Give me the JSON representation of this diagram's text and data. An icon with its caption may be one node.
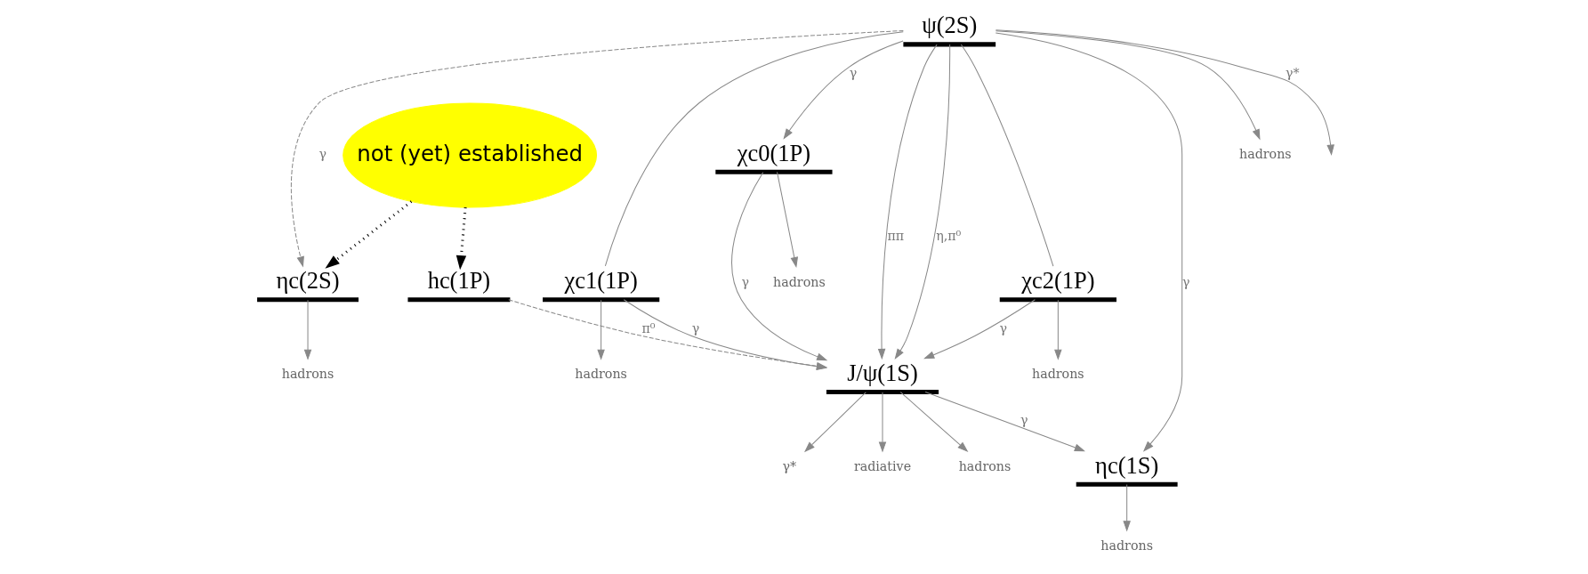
{
  "diagram": {
    "nodes": [
      {
        "text": [
          "ψ(2S)"
        ]
      },
      {
        "text": [
          "ηc(2S)"
        ]
      },
      {
        "text": [
          "χc0(1P)"
        ]
      },
      {
        "text": [
          "χc1(1P)"
        ]
      },
      {
        "text": [
          "hc(1P)"
        ]
      },
      {
        "text": [
          "χc2(1P)"
        ]
      },
      {
        "text": [
          "J/ψ(1S)"
        ]
      },
      {
        "text": [
          "ηc(1S)"
        ]
      },
      {
        "text": [
          "not (yet) established"
        ]
      },
      {
        "text": [
          "hadrons"
        ]
      },
      {
        "text": [
          "hadrons"
        ]
      },
      {
        "text": [
          "hadrons"
        ]
      },
      {
        "text": [
          "hadrons"
        ]
      },
      {
        "text": [
          "hadrons"
        ]
      },
      {
        "text": [
          "hadrons"
        ]
      },
      {
        "text": [
          "hadrons"
        ]
      },
      {
        "text": [
          "γ*"
        ]
      },
      {
        "text": [
          "radiative"
        ]
      }
    ],
    "edges": [
      {
        "from": 0,
        "to": 1,
        "arrow": "to",
        "label": "γ",
        "style": "dashed"
      },
      {
        "from": 0,
        "to": 7,
        "arrow": "to",
        "label": "γ"
      },
      {
        "from": 0,
        "to": 6,
        "arrow": "to",
        "label": "ππ"
      },
      {
        "from": 0,
        "to": 6,
        "arrow": "to",
        "label": "η,π⁰"
      },
      {
        "from": 0,
        "to": 10,
        "arrow": "to"
      },
      {
        "from": 0,
        "to": null,
        "arrow": "to",
        "label": "γ*"
      },
      {
        "from": 0,
        "to": 2,
        "arrow": "to",
        "label": "γ"
      },
      {
        "from": 0,
        "to": 3,
        "arrow": "none"
      },
      {
        "from": 0,
        "to": 5,
        "arrow": "none"
      },
      {
        "from": 2,
        "to": 6,
        "arrow": "to",
        "label": "γ"
      },
      {
        "from": 3,
        "to": 6,
        "arrow": "to",
        "label": "γ"
      },
      {
        "from": 4,
        "to": 6,
        "arrow": "to",
        "label": "π⁰",
        "style": "dashed"
      },
      {
        "from": 5,
        "to": 6,
        "arrow": "to",
        "label": "γ"
      },
      {
        "from": 6,
        "to": 7,
        "arrow": "to",
        "label": "γ"
      },
      {
        "from": 1,
        "to": 9,
        "arrow": "to"
      },
      {
        "from": 2,
        "to": 11,
        "arrow": "to"
      },
      {
        "from": 3,
        "to": 12,
        "arrow": "to"
      },
      {
        "from": 5,
        "to": 13,
        "arrow": "to"
      },
      {
        "from": 7,
        "to": 14,
        "arrow": "to"
      },
      {
        "from": 6,
        "to": 15,
        "arrow": "to"
      },
      {
        "from": 6,
        "to": 16,
        "arrow": "to"
      },
      {
        "from": 6,
        "to": 17,
        "arrow": "to"
      },
      {
        "from": 8,
        "to": 1,
        "arrow": "to",
        "style": "dashed",
        "color": "#000000"
      },
      {
        "from": 8,
        "to": 4,
        "arrow": "to",
        "style": "dashed",
        "color": "#000000"
      }
    ]
  }
}
